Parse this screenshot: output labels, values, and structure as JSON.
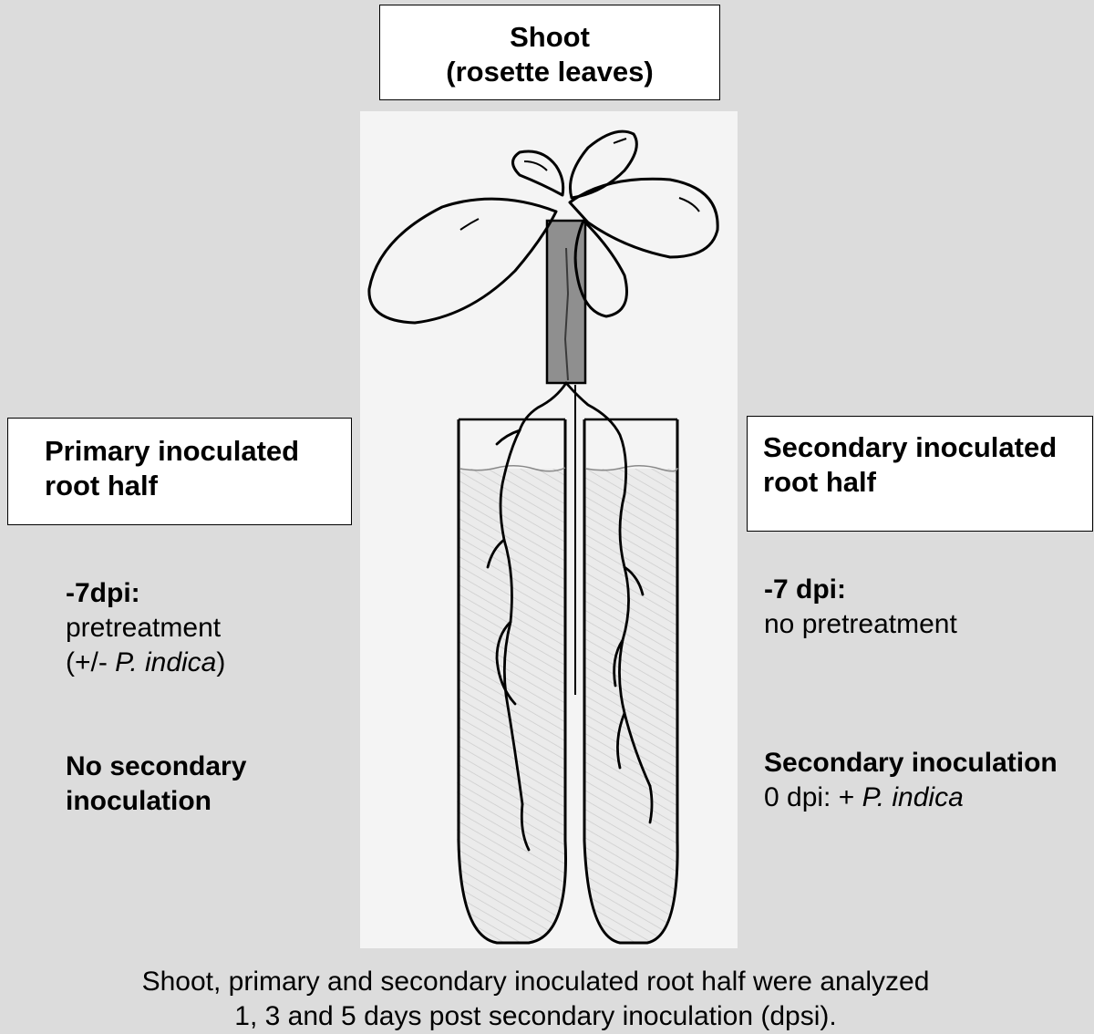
{
  "shoot_box": {
    "line1": "Shoot",
    "line2": "(rosette leaves)"
  },
  "primary_box": {
    "line1": "Primary inoculated",
    "line2": "root half"
  },
  "secondary_box": {
    "line1": "Secondary inoculated",
    "line2": "root half"
  },
  "left": {
    "pre_title": "-7dpi:",
    "pre_line": "pretreatment",
    "pre_paren_open": "(+/- ",
    "pre_species": "P. indica",
    "pre_paren_close": ")",
    "sec_line1": "No secondary",
    "sec_line2": "inoculation"
  },
  "right": {
    "pre_title": "-7 dpi:",
    "pre_line": "no pretreatment",
    "sec_title": "Secondary inoculation",
    "sec_prefix": "0 dpi: + ",
    "sec_species": "P. indica"
  },
  "footer": {
    "line1": "Shoot, primary and secondary inoculated root half were analyzed",
    "line2": "1, 3 and 5 days post secondary inoculation (dpsi)."
  },
  "colors": {
    "background": "#dcdcdc",
    "box": "#ffffff",
    "drawing_paper": "#f3f3f3",
    "ink": "#000000"
  }
}
